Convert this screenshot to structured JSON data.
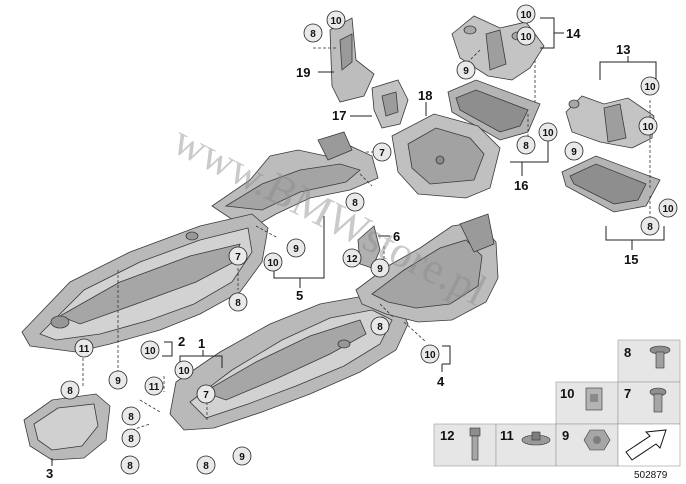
{
  "diagram": {
    "watermark": "www.BMWstore.pl",
    "doc_number": "502879",
    "part_numbers": {
      "p1": "1",
      "p2": "2",
      "p3": "3",
      "p4": "4",
      "p5": "5",
      "p6": "6",
      "p13": "13",
      "p14": "14",
      "p15": "15",
      "p16": "16",
      "p17": "17",
      "p18": "18",
      "p19": "19"
    },
    "callouts": {
      "c7": "7",
      "c8": "8",
      "c9": "9",
      "c10": "10",
      "c11": "11",
      "c12": "12"
    },
    "legend": {
      "l8": "8",
      "l10": "10",
      "l7": "7",
      "l12": "12",
      "l11": "11",
      "l9": "9"
    },
    "colors": {
      "part_fill": "#b9b9b9",
      "part_shade": "#8f8f8f",
      "part_light": "#d8d8d8",
      "outline": "#3a3a3a",
      "legend_bg": "#e6e6e6",
      "callout_bg": "#e9e9e9"
    }
  }
}
